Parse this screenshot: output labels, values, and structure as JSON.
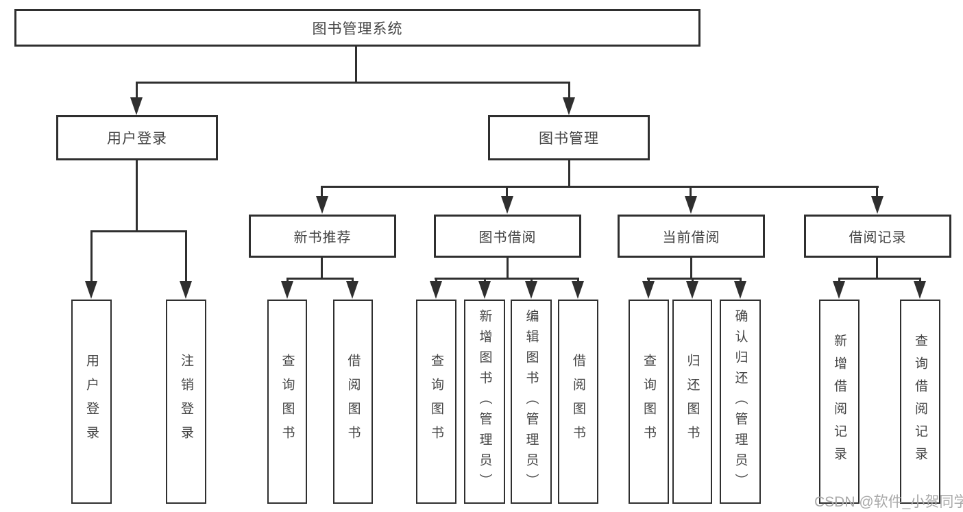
{
  "diagram": {
    "root": {
      "label": "图书管理系统"
    },
    "branches": [
      {
        "label": "用户登录",
        "children": [
          {
            "label": "用户登录"
          },
          {
            "label": "注销登录"
          }
        ]
      },
      {
        "label": "图书管理",
        "children": [
          {
            "label": "新书推荐",
            "children": [
              {
                "label": "查询图书"
              },
              {
                "label": "借阅图书"
              }
            ]
          },
          {
            "label": "图书借阅",
            "children": [
              {
                "label": "查询图书"
              },
              {
                "label": "新增图书（管理员）"
              },
              {
                "label": "编辑图书（管理员）"
              },
              {
                "label": "借阅图书"
              }
            ]
          },
          {
            "label": "当前借阅",
            "children": [
              {
                "label": "查询图书"
              },
              {
                "label": "归还图书"
              },
              {
                "label": "确认归还（管理员）"
              }
            ]
          },
          {
            "label": "借阅记录",
            "children": [
              {
                "label": "新增借阅记录"
              },
              {
                "label": "查询借阅记录"
              }
            ]
          }
        ]
      }
    ]
  },
  "watermark": {
    "text": "CSDN @软件_小贺同学"
  },
  "colors": {
    "line": "#2f2f2f",
    "text": "#444444",
    "watermark_text": "#a9a9a9",
    "background": "#ffffff"
  }
}
